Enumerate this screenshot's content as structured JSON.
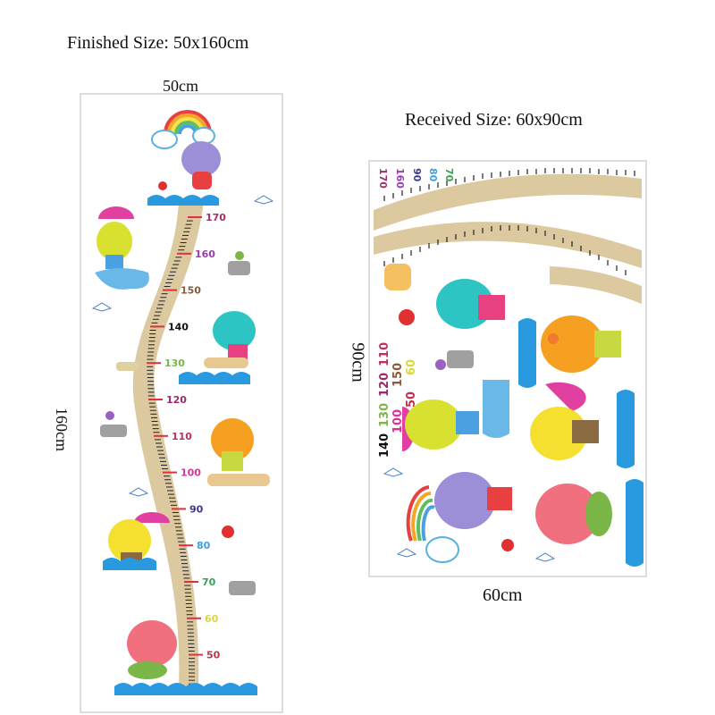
{
  "finished": {
    "caption": "Finished Size: 50x160cm",
    "width_label": "50cm",
    "height_label": "160cm",
    "marks": [
      {
        "label": "170",
        "color": "#a0306a"
      },
      {
        "label": "160",
        "color": "#9b3bb0"
      },
      {
        "label": "150",
        "color": "#8a5a3a"
      },
      {
        "label": "140",
        "color": "#111111"
      },
      {
        "label": "130",
        "color": "#7ab648"
      },
      {
        "label": "120",
        "color": "#9b2a6a"
      },
      {
        "label": "110",
        "color": "#c0305a"
      },
      {
        "label": "100",
        "color": "#e0309a"
      },
      {
        "label": "90",
        "color": "#3a3a8a"
      },
      {
        "label": "80",
        "color": "#3aa0e0"
      },
      {
        "label": "70",
        "color": "#3aa050"
      },
      {
        "label": "60",
        "color": "#d8d840"
      },
      {
        "label": "50",
        "color": "#c03050"
      }
    ]
  },
  "received": {
    "caption": "Received Size: 60x90cm",
    "width_label": "60cm",
    "height_label": "90cm",
    "top_numbers": [
      {
        "label": "170",
        "color": "#a0306a"
      },
      {
        "label": "160",
        "color": "#9b3bb0"
      },
      {
        "label": "90",
        "color": "#3a3a8a"
      },
      {
        "label": "80",
        "color": "#3aa0e0"
      },
      {
        "label": "70",
        "color": "#3aa050"
      }
    ],
    "side_numbers": [
      {
        "label": "140",
        "color": "#111111"
      },
      {
        "label": "130",
        "color": "#7ab648"
      },
      {
        "label": "120",
        "color": "#9b2a6a"
      },
      {
        "label": "110",
        "color": "#c0305a"
      },
      {
        "label": "100",
        "color": "#e0309a"
      },
      {
        "label": "150",
        "color": "#8a5a3a"
      },
      {
        "label": "50",
        "color": "#c03050"
      },
      {
        "label": "60",
        "color": "#d8d840"
      }
    ]
  }
}
